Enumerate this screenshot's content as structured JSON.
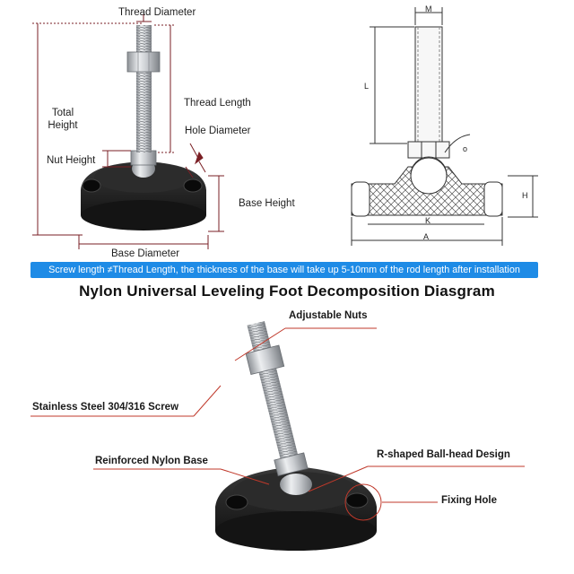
{
  "top_left": {
    "thread_diameter": "Thread Diameter",
    "thread_length": "Thread Length",
    "total_height_l1": "Total",
    "total_height_l2": "Height",
    "hole_diameter": "Hole Diameter",
    "nut_height": "Nut Height",
    "base_height": "Base Height",
    "base_diameter": "Base Diameter"
  },
  "drawing": {
    "m": "M",
    "l": "L",
    "k": "K",
    "a": "A",
    "h": "H",
    "angle": "o"
  },
  "banner": "Screw length ≠Thread Length, the thickness of the base will take up 5-10mm of the rod length after installation",
  "title": "Nylon Universal Leveling Foot Decomposition Diasgram",
  "callouts": {
    "adjustable_nuts": "Adjustable Nuts",
    "screw": "Stainless Steel 304/316 Screw",
    "base": "Reinforced Nylon Base",
    "ball_head": "R-shaped Ball-head Design",
    "fixing_hole": "Fixing Hole"
  },
  "colors": {
    "dimension_line": "#7a1f24",
    "banner": "#1e8be6",
    "callout_line": "#c0392b",
    "steel": "#b9bcbf",
    "base": "#1b1b1b"
  }
}
